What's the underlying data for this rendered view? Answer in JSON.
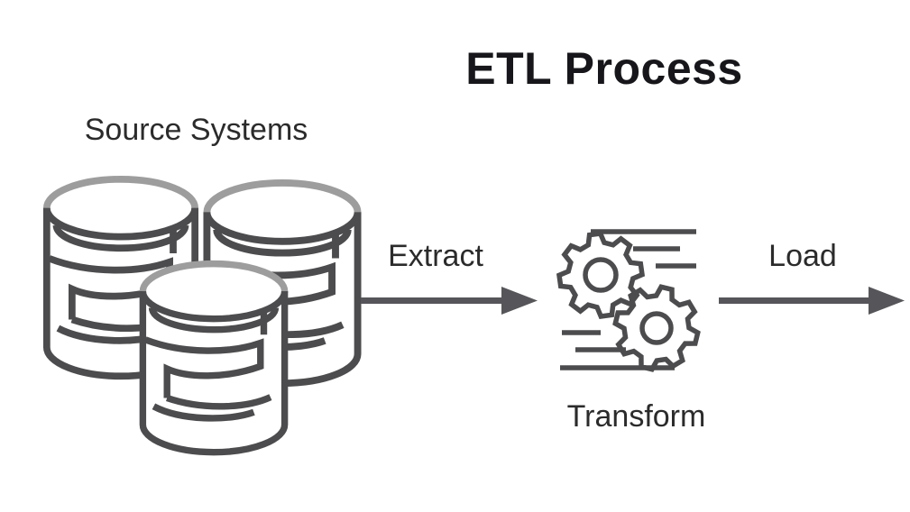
{
  "diagram": {
    "title": "ETL Process",
    "source": {
      "label": "Source Systems",
      "icon": "database-icon"
    },
    "transform": {
      "label": "Transform",
      "icon": "gears-icon"
    },
    "steps": [
      {
        "label": "Extract",
        "icon": "arrow-right-icon"
      },
      {
        "label": "Load",
        "icon": "arrow-right-icon"
      }
    ]
  },
  "colors": {
    "ink": "#4c4c4e",
    "ink_light": "#9d9d9d",
    "arrow": "#56565a",
    "title": "#17171b",
    "label": "#2b2b2b",
    "background": "#ffffff"
  }
}
